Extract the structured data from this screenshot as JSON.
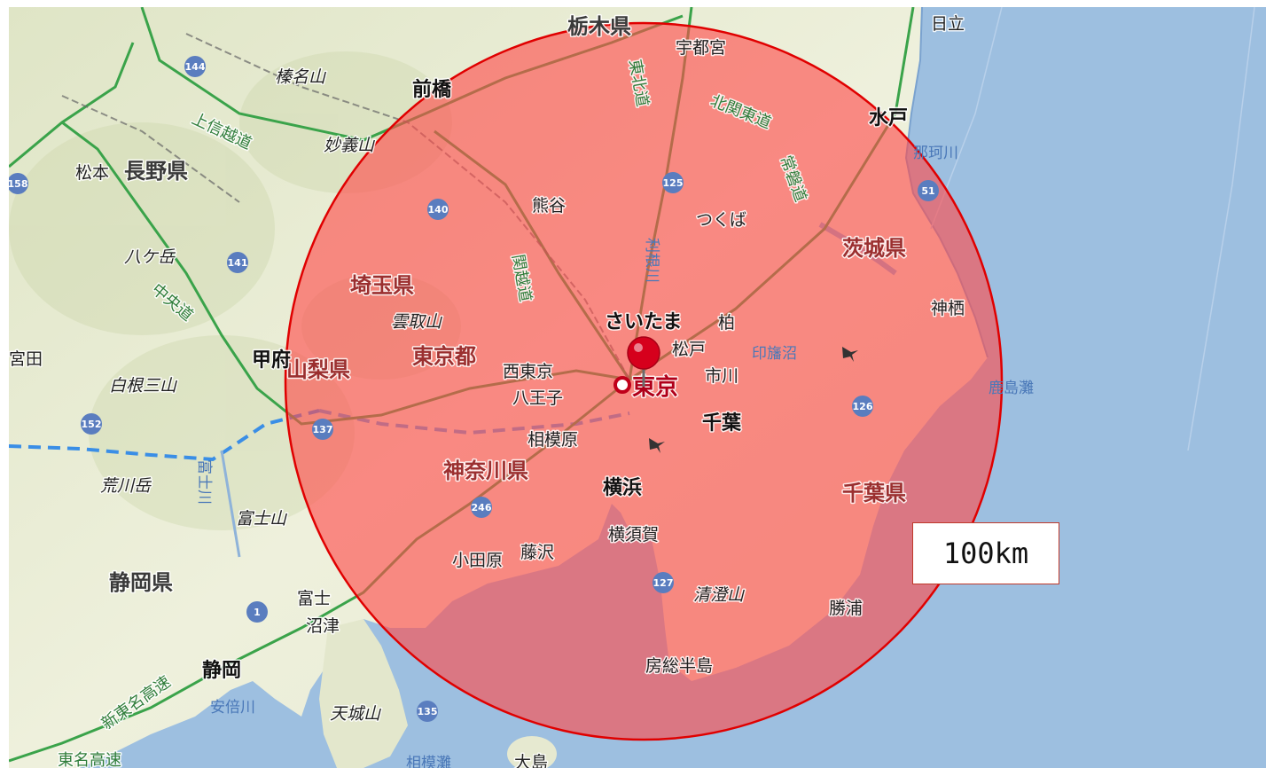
{
  "map": {
    "radius_label": "100km",
    "center_label": "東京",
    "prefectures": [
      "栃木県",
      "長野県",
      "埼玉県",
      "山梨県",
      "東京都",
      "神奈川県",
      "静岡県",
      "茨城県",
      "千葉県"
    ],
    "cities": [
      "宇都宮",
      "日立",
      "前橋",
      "水戸",
      "松本",
      "熊谷",
      "つくば",
      "さいたま",
      "柏",
      "松戸",
      "西東京",
      "市川",
      "八王子",
      "千葉",
      "相模原",
      "横浜",
      "神栖",
      "甲府",
      "宮田",
      "藤沢",
      "小田原",
      "横須賀",
      "富士",
      "沼津",
      "静岡",
      "勝浦",
      "大島"
    ],
    "peaks": [
      "榛名山",
      "妙義山",
      "八ケ岳",
      "雲取山",
      "白根三山",
      "荒川岳",
      "富士山",
      "清澄山",
      "天城山"
    ],
    "roads": [
      "北関東道",
      "上信越道",
      "中央道",
      "関越道",
      "常磐道",
      "東北道",
      "新東名高速",
      "東名高速"
    ],
    "water": [
      "那珂川",
      "利根川",
      "印旛沼",
      "鹿島灘",
      "富士川",
      "安倍川",
      "相模灘"
    ],
    "other": [
      "房総半島"
    ],
    "route_numbers": [
      "144",
      "158",
      "141",
      "140",
      "125",
      "51",
      "152",
      "137",
      "126",
      "246",
      "127",
      "1",
      "135"
    ],
    "colors": {
      "land": "#e9ecd8",
      "sea": "#9dbfe0",
      "circle_fill": "#ff4b4b",
      "circle_stroke": "#e00000",
      "pin": "#d6001c"
    }
  }
}
